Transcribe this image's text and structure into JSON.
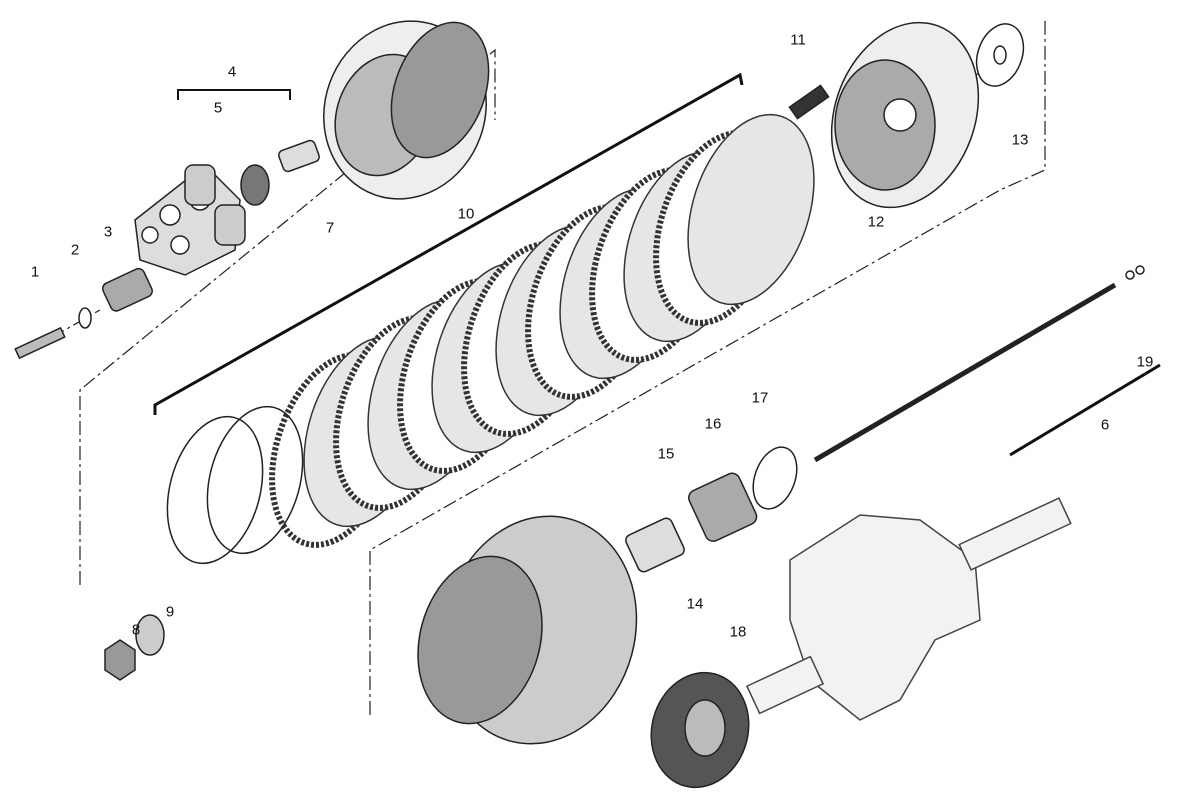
{
  "diagram": {
    "callouts": [
      {
        "id": "1",
        "text": "1"
      },
      {
        "id": "2",
        "text": "2"
      },
      {
        "id": "3",
        "text": "3"
      },
      {
        "id": "4",
        "text": "4"
      },
      {
        "id": "5",
        "text": "5"
      },
      {
        "id": "6",
        "text": "6"
      },
      {
        "id": "7",
        "text": "7"
      },
      {
        "id": "8",
        "text": "8"
      },
      {
        "id": "9",
        "text": "9"
      },
      {
        "id": "10",
        "text": "10"
      },
      {
        "id": "11",
        "text": "11"
      },
      {
        "id": "12",
        "text": "12"
      },
      {
        "id": "13",
        "text": "13"
      },
      {
        "id": "14",
        "text": "14"
      },
      {
        "id": "15",
        "text": "15"
      },
      {
        "id": "16",
        "text": "16"
      },
      {
        "id": "17",
        "text": "17"
      },
      {
        "id": "18",
        "text": "18"
      },
      {
        "id": "19",
        "text": "19"
      }
    ],
    "colors": {
      "line": "#222222",
      "fill": "#d8d8d8",
      "dark": "#555555"
    }
  }
}
